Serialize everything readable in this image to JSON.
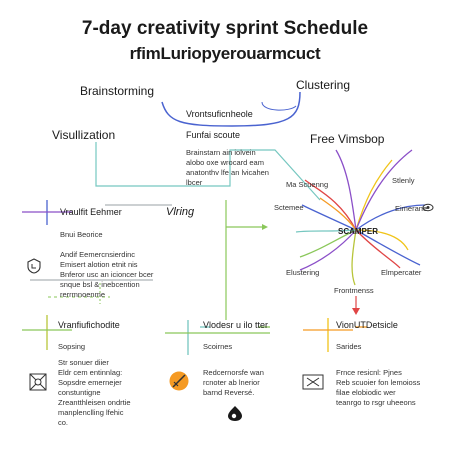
{
  "title": "7-day creativity sprint Schedule",
  "subtitle": "rfimLuriopyerouarmcuct",
  "colors": {
    "blue": "#4a63d0",
    "green": "#8ac75a",
    "teal": "#76c7c0",
    "purple": "#8b4fc8",
    "yellow": "#f0c419",
    "orange": "#f59a23",
    "red": "#e04545",
    "olive": "#b8c53a",
    "gray": "#9aa0a6"
  },
  "top": {
    "brainstorming": "Brainstorming",
    "clustering": "Clustering",
    "center_label": "Vrontsuficnheole",
    "visualization": "Visullization",
    "funfai": "Funfai scoute",
    "free": "Free Vimsbop",
    "para": "Brainstarn ain iolvein\nalobo oxe wrocard eam\nanatonthv lfe an lvicahen\nlbcer"
  },
  "hub": {
    "label": "SCAMPER",
    "spokes": [
      "Ma Scuenng",
      "Sctemee",
      "Elustering",
      "Stlenly",
      "Eimerane",
      "Elmpercater",
      "Frontmenss"
    ]
  },
  "left_section": {
    "header": "Vraulfit Eehmer",
    "sub": "Bnui Beorice",
    "para": "Andif Eemercnsierdinc\nEmisert alotion etnit nis\nBnferor usc an icioncer bcer\nsnque bsl & inebcention\nrerrmnoenme",
    "mid_word": "Vlring"
  },
  "bottom": [
    {
      "header": "Vranfiufichodite",
      "sub": "Sopsing",
      "para": "Str sonuer diier\nEldr cem entinnlag:\nSopsdre emernejer\nconstuntigne\nZreantthleisen ondrtie\nmanplenclling lfehic\nco."
    },
    {
      "header": "Vlodesr u ilo tter",
      "sub": "Scoirnes",
      "para": "Redcernorsfe wan\nrcnoter ab lnerior\nbarnd Reversé."
    },
    {
      "header": "VionUTDetsicle",
      "sub": "Sarides",
      "para": "Frnce resicnl: Pjnes\nReb scuoier fon lemoioss\nfilae elobiodic wer\nteanrgo to rsgr uheeons"
    }
  ]
}
